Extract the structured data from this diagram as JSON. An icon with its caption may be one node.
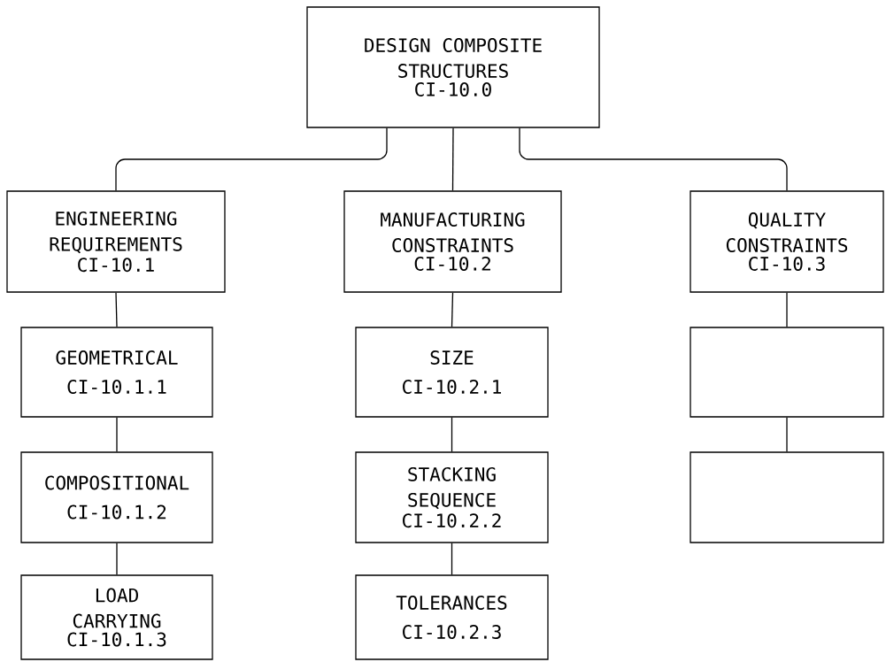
{
  "diagram": {
    "nodes": [
      {
        "text": [
          "DESIGN COMPOSITE STRUCTURES",
          "CI-10.0"
        ]
      },
      {
        "text": [
          "ENGINEERING REQUIREMENTS",
          "CI-10.1"
        ]
      },
      {
        "text": [
          "MANUFACTURING CONSTRAINTS",
          "CI-10.2"
        ]
      },
      {
        "text": [
          "QUALITY CONSTRAINTS",
          "CI-10.3"
        ]
      },
      {
        "text": [
          "GEOMETRICAL",
          "CI-10.1.1"
        ]
      },
      {
        "text": [
          "COMPOSITIONAL",
          "CI-10.1.2"
        ]
      },
      {
        "text": [
          "LOAD CARRYING",
          "CI-10.1.3"
        ]
      },
      {
        "text": [
          "SIZE",
          "CI-10.2.1"
        ]
      },
      {
        "text": [
          "STACKING SEQUENCE",
          "CI-10.2.2"
        ]
      },
      {
        "text": [
          "TOLERANCES",
          "CI-10.2.3"
        ]
      },
      {
        "text": [],
        "shape": "box"
      },
      {
        "text": [],
        "shape": "box"
      }
    ],
    "edges": [
      {
        "from": 0,
        "to": 1,
        "arrow": "none"
      },
      {
        "from": 0,
        "to": 2,
        "arrow": "none"
      },
      {
        "from": 0,
        "to": 3,
        "arrow": "none"
      },
      {
        "from": 1,
        "to": 4,
        "arrow": "none"
      },
      {
        "from": 4,
        "to": 5,
        "arrow": "none"
      },
      {
        "from": 5,
        "to": 6,
        "arrow": "none"
      },
      {
        "from": 2,
        "to": 7,
        "arrow": "none"
      },
      {
        "from": 7,
        "to": 8,
        "arrow": "none"
      },
      {
        "from": 8,
        "to": 9,
        "arrow": "none"
      },
      {
        "from": 3,
        "to": 10,
        "arrow": "none"
      },
      {
        "from": 10,
        "to": 11,
        "arrow": "none"
      }
    ]
  }
}
